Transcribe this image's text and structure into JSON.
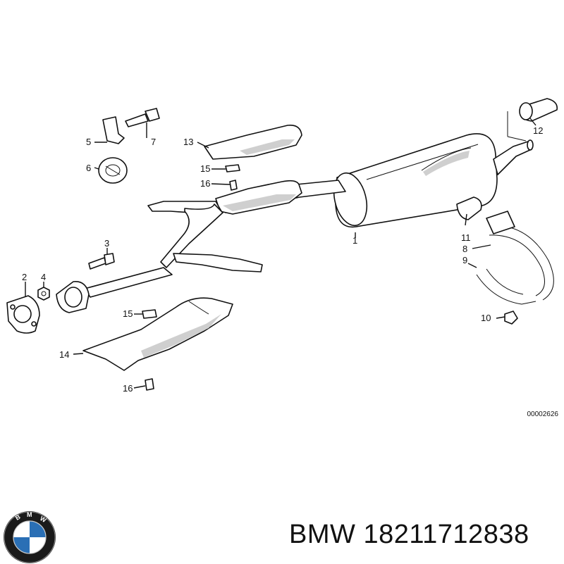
{
  "diagram": {
    "reference_code": "00002626",
    "callouts": [
      "1",
      "2",
      "3",
      "4",
      "5",
      "6",
      "7",
      "8",
      "9",
      "10",
      "11",
      "12",
      "13",
      "14",
      "15",
      "15",
      "16",
      "16"
    ]
  },
  "footer": {
    "brand": "BMW",
    "part_number": "18211712838",
    "logo_letters": "BMW"
  },
  "colors": {
    "line": "#111111",
    "logo_blue": "#2a6fb5",
    "logo_ring": "#1a1a1a"
  }
}
